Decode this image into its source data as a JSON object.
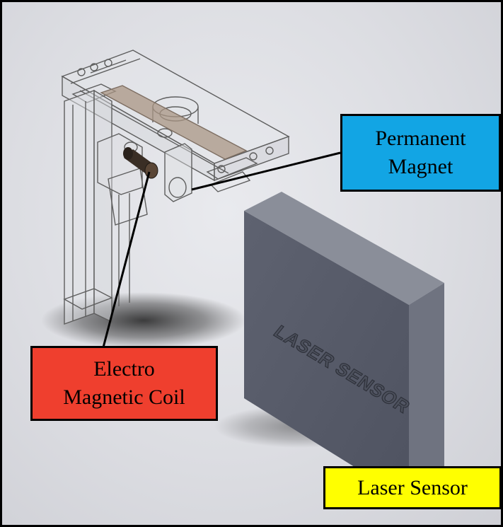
{
  "labels": {
    "permanent_magnet": {
      "line1": "Permanent",
      "line2": "Magnet",
      "color": "#12a5e4"
    },
    "electro_magnetic_coil": {
      "line1": "Electro",
      "line2": "Magnetic Coil",
      "color": "#ef3f2e"
    },
    "laser_sensor": {
      "text": "Laser Sensor",
      "color": "#ffff00"
    }
  },
  "sensor_engraving": "LASER SENSOR",
  "colors": {
    "background": "#dcdde2",
    "sensor_face": "#5b5f6c",
    "sensor_side": "#7d818d",
    "frame_edges": "#6e6e6e",
    "beam": "#a99584"
  }
}
